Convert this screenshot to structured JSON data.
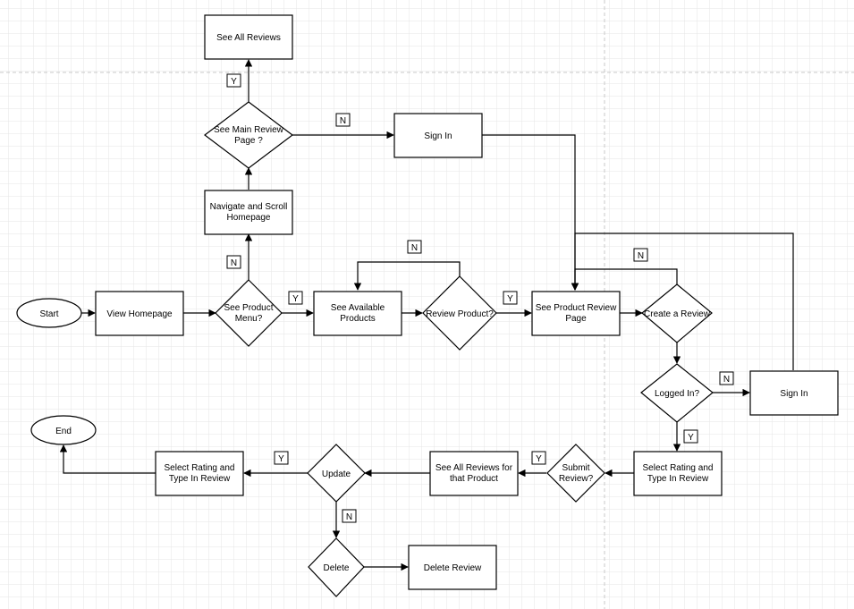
{
  "nodes": {
    "see_all_reviews_top": "See All Reviews",
    "see_main_review_page": [
      "See Main Review",
      "Page ?"
    ],
    "sign_in_top": "Sign In",
    "navigate_scroll": [
      "Navigate and Scroll",
      "Homepage"
    ],
    "start": "Start",
    "view_homepage": "View Homepage",
    "see_product_menu": [
      "See Product",
      "Menu?"
    ],
    "see_available_products": [
      "See Available",
      "Products"
    ],
    "review_product": "Review Product?",
    "see_product_review_page": [
      "See Product Review",
      "Page"
    ],
    "create_review": "Create a Review",
    "logged_in": "Logged In?",
    "sign_in_right": "Sign In",
    "end": "End",
    "select_rating_left": [
      "Select Rating and",
      "Type In Review"
    ],
    "update": "Update",
    "see_all_reviews_product": [
      "See All Reviews for",
      "that Product"
    ],
    "submit_review": [
      "Submit",
      "Review?"
    ],
    "select_rating_right": [
      "Select Rating and",
      "Type In Review"
    ],
    "delete": "Delete",
    "delete_review": "Delete Review"
  },
  "edge_labels": {
    "main_review_yes": "Y",
    "main_review_no": "N",
    "product_menu_no": "N",
    "product_menu_yes": "Y",
    "review_product_no": "N",
    "review_product_yes": "Y",
    "create_review_no": "N",
    "logged_in_no": "N",
    "logged_in_yes": "Y",
    "submit_yes": "Y",
    "update_yes": "Y",
    "update_no": "N"
  },
  "colors": {
    "stroke": "#000000",
    "fill": "#ffffff",
    "grid_minor": "#e6e6e6",
    "grid_major": "#c8c8c8"
  }
}
